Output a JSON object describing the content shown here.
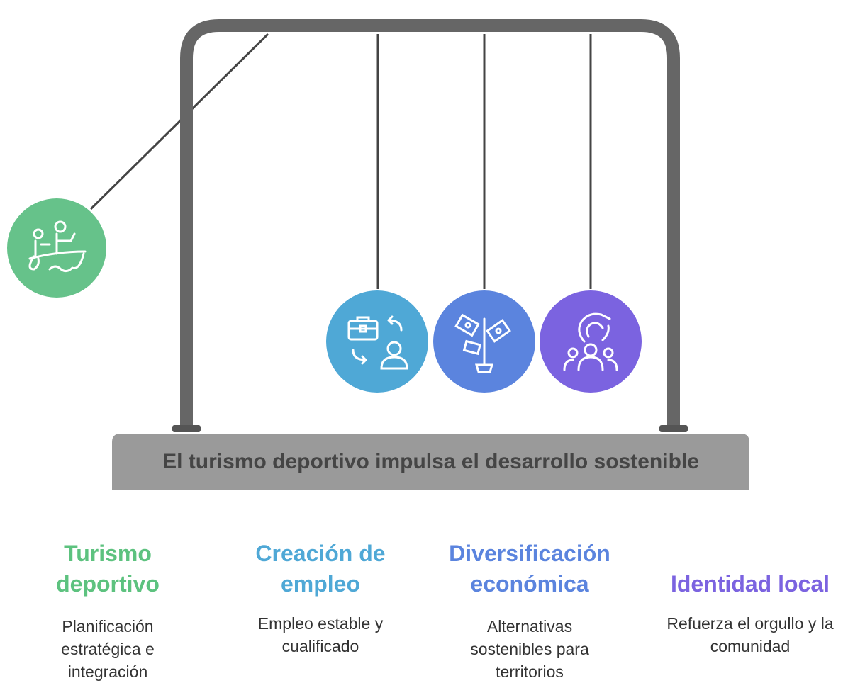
{
  "title": "El turismo deportivo impulsa el desarrollo sostenible",
  "colors": {
    "frame": "#666666",
    "base": "#9a9a9a",
    "green": "#66c28a",
    "lightblue": "#4fa8d6",
    "blue": "#5b84de",
    "purple": "#7b63e0"
  },
  "items": [
    {
      "title": "Turismo deportivo",
      "description": "Planificación estratégica e integración",
      "icon": "people-canoeing-icon",
      "color": "#5dc27f"
    },
    {
      "title": "Creación de empleo",
      "description": "Empleo estable y cualificado",
      "icon": "job-exchange-icon",
      "color": "#4fa8d6"
    },
    {
      "title": "Diversificación económica",
      "description": "Alternativas sostenibles para territorios",
      "icon": "money-plant-icon",
      "color": "#5b84de"
    },
    {
      "title": "Identidad local",
      "description": "Refuerza el orgullo y la comunidad",
      "icon": "community-icon",
      "color": "#7b63e0"
    }
  ]
}
